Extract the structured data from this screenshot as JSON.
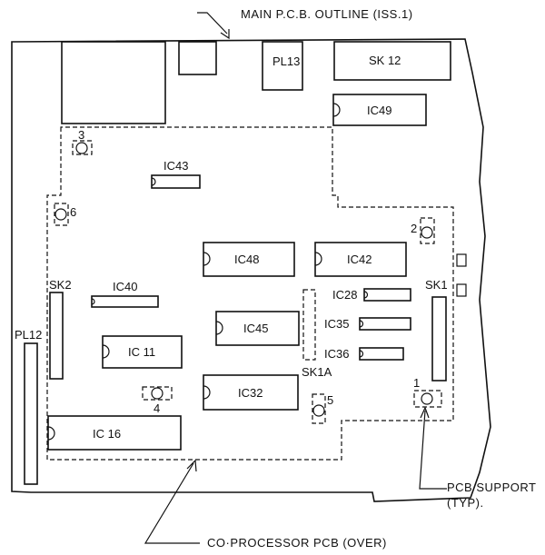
{
  "labels": {
    "main_pcb_outline": "MAIN P.C.B. OUTLINE  (ISS.1)",
    "coprocessor_pcb": "CO·PROCESSOR  PCB (OVER)",
    "pcb_support_line1": "PCB SUPPORT",
    "pcb_support_line2": "(TYP)."
  },
  "connectors": {
    "pl13": "PL13",
    "sk12": "SK 12",
    "sk2": "SK2",
    "sk1": "SK1",
    "sk1a": "SK1A",
    "pl12": "PL12"
  },
  "ics": {
    "ic49": "IC49",
    "ic43": "IC43",
    "ic48": "IC48",
    "ic42": "IC42",
    "ic40": "IC40",
    "ic28": "IC28",
    "ic45": "IC45",
    "ic35": "IC35",
    "ic11": "IC 11",
    "ic36": "IC36",
    "ic32": "IC32",
    "ic16": "IC 16"
  },
  "supports": {
    "s1": "1",
    "s2": "2",
    "s3": "3",
    "s4": "4",
    "s5": "5",
    "s6": "6"
  }
}
